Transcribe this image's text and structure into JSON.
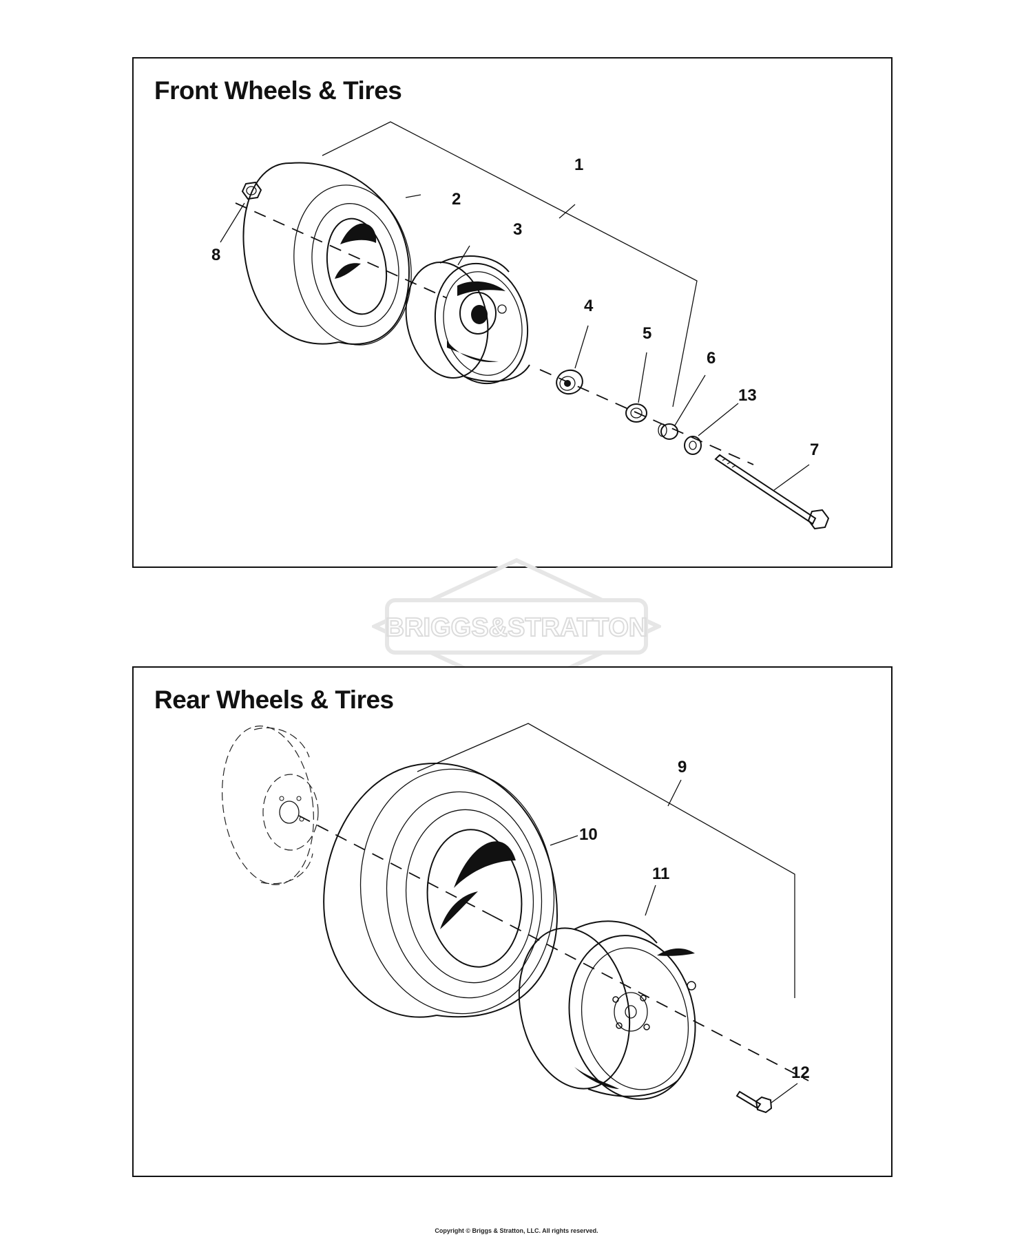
{
  "front_panel": {
    "title": "Front Wheels & Tires",
    "callouts": [
      "1",
      "2",
      "3",
      "4",
      "5",
      "6",
      "7",
      "8",
      "13"
    ]
  },
  "rear_panel": {
    "title": "Rear Wheels & Tires",
    "callouts": [
      "9",
      "10",
      "11",
      "12"
    ]
  },
  "watermark": {
    "text": "BRIGGS&STRATTON",
    "color": "#e6e6e6"
  },
  "copyright": "Copyright © Briggs & Stratton, LLC. All rights reserved."
}
